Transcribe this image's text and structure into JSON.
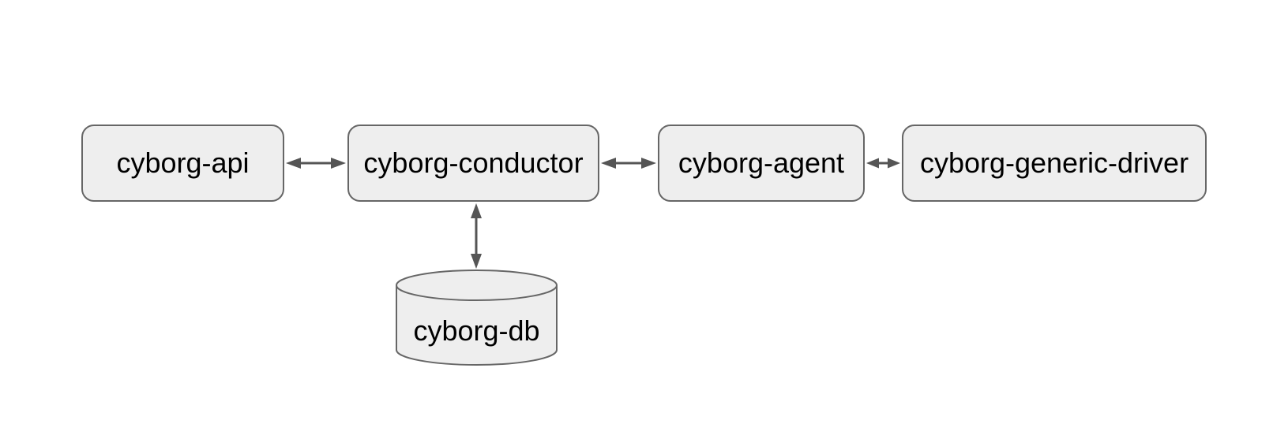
{
  "diagram": {
    "title": "",
    "nodes": [
      {
        "id": "cyborg-api",
        "label": "cyborg-api",
        "shape": "rounded-rect"
      },
      {
        "id": "cyborg-conductor",
        "label": "cyborg-conductor",
        "shape": "rounded-rect"
      },
      {
        "id": "cyborg-agent",
        "label": "cyborg-agent",
        "shape": "rounded-rect"
      },
      {
        "id": "cyborg-generic-driver",
        "label": "cyborg-generic-driver",
        "shape": "rounded-rect"
      },
      {
        "id": "cyborg-db",
        "label": "cyborg-db",
        "shape": "cylinder"
      }
    ],
    "edges": [
      {
        "from": "cyborg-api",
        "to": "cyborg-conductor",
        "direction": "bidirectional"
      },
      {
        "from": "cyborg-conductor",
        "to": "cyborg-agent",
        "direction": "bidirectional"
      },
      {
        "from": "cyborg-agent",
        "to": "cyborg-generic-driver",
        "direction": "bidirectional"
      },
      {
        "from": "cyborg-conductor",
        "to": "cyborg-db",
        "direction": "bidirectional"
      }
    ],
    "colors": {
      "node_fill": "#eeeeee",
      "node_border": "#666666",
      "arrow": "#555555",
      "text": "#000000",
      "background": "#ffffff"
    }
  }
}
